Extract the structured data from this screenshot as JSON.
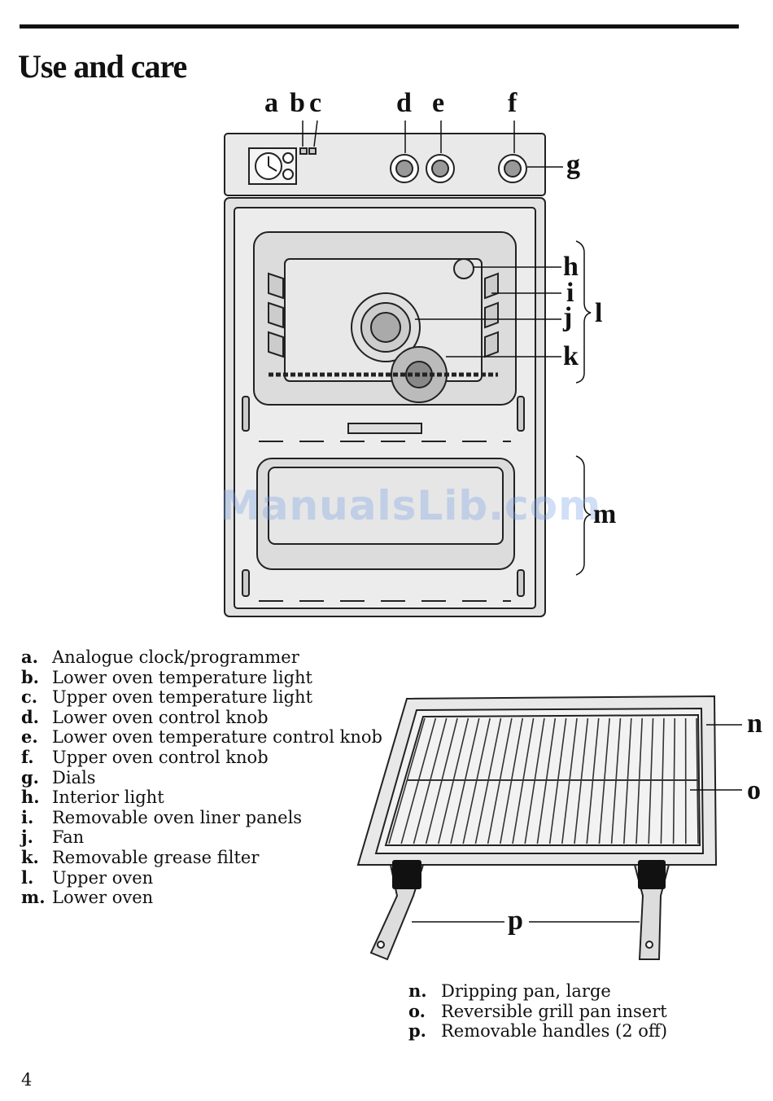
{
  "page": {
    "title": "Use and care",
    "page_number": "4",
    "watermark": "ManualsLib.com"
  },
  "oven_callouts": {
    "a": "a",
    "b": "b",
    "c": "c",
    "d": "d",
    "e": "e",
    "f": "f",
    "g": "g",
    "h": "h",
    "i": "i",
    "j": "j",
    "k": "k",
    "l": "l",
    "m": "m"
  },
  "pan_callouts": {
    "n": "n",
    "o": "o",
    "p": "p"
  },
  "legend_main": [
    {
      "key": "a.",
      "text": "Analogue clock/programmer"
    },
    {
      "key": "b.",
      "text": "Lower oven temperature light"
    },
    {
      "key": "c.",
      "text": "Upper oven temperature light"
    },
    {
      "key": "d.",
      "text": "Lower oven control knob"
    },
    {
      "key": "e.",
      "text": "Lower oven temperature control knob"
    },
    {
      "key": "f.",
      "text": "Upper oven control knob"
    },
    {
      "key": "g.",
      "text": "Dials"
    },
    {
      "key": "h.",
      "text": "Interior light"
    },
    {
      "key": "i.",
      "text": "Removable oven liner panels"
    },
    {
      "key": "j.",
      "text": "Fan"
    },
    {
      "key": "k.",
      "text": "Removable grease filter"
    },
    {
      "key": "l.",
      "text": "Upper oven"
    },
    {
      "key": "m.",
      "text": "Lower oven"
    }
  ],
  "legend_pan": [
    {
      "key": "n.",
      "text": "Dripping pan, large"
    },
    {
      "key": "o.",
      "text": "Reversible grill pan insert"
    },
    {
      "key": "p.",
      "text": "Removable handles (2 off)"
    }
  ]
}
